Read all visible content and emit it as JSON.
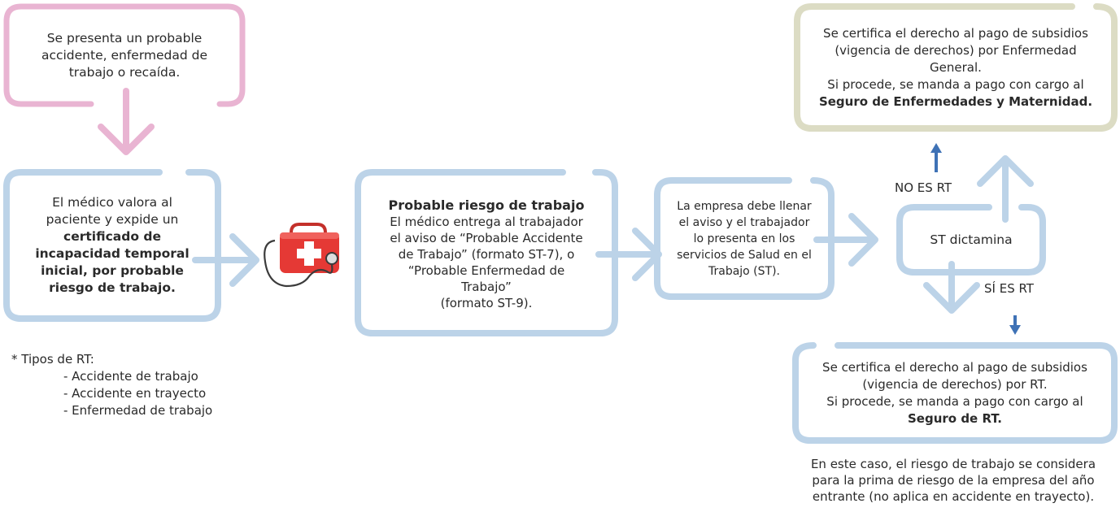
{
  "start": {
    "lines": [
      "Se presenta un probable",
      "accidente, enfermedad de",
      "trabajo o recaída."
    ]
  },
  "medico": {
    "lines": [
      "El médico valora al",
      "paciente y expide un"
    ],
    "bold_lines": [
      "certificado de",
      "incapacidad temporal",
      "inicial, por probable",
      "riesgo de trabajo."
    ]
  },
  "probable": {
    "title": "Probable riesgo de trabajo",
    "lines": [
      "El médico entrega al trabajador",
      "el aviso de “Probable Accidente",
      "de Trabajo” (formato ST-7), o",
      "“Probable Enfermedad de",
      "Trabajo”",
      "(formato ST-9)."
    ]
  },
  "empresa": {
    "lines": [
      "La empresa debe llenar",
      "el aviso y el trabajador",
      "lo presenta en los",
      "servicios de Salud en el",
      "Trabajo (ST)."
    ]
  },
  "dictamina": {
    "label": "ST dictamina"
  },
  "branch_no": {
    "label": "NO ES RT"
  },
  "branch_si": {
    "label": "SÍ ES RT"
  },
  "eg": {
    "lines": [
      "Se certifica el derecho al pago de subsidios",
      "(vigencia de derechos) por Enfermedad",
      "General.",
      "Si procede, se manda a pago con cargo al"
    ],
    "bold": "Seguro de Enfermedades y Maternidad."
  },
  "rt": {
    "lines": [
      "Se certifica el derecho al pago de subsidios",
      "(vigencia de derechos) por RT.",
      "Si procede, se manda a pago con cargo al"
    ],
    "bold": "Seguro de RT."
  },
  "note_rt": {
    "lines": [
      "En este caso, el riesgo de trabajo se considera",
      "para la prima de riesgo de la empresa del año",
      "entrante (no aplica en accidente en trayecto)."
    ]
  },
  "tipos": {
    "title": "* Tipos de RT:",
    "items": [
      "- Accidente de trabajo",
      "- Accidente en trayecto",
      "- Enfermedad de trabajo"
    ]
  },
  "colors": {
    "pink": "#e9b4d2",
    "blue": "#bcd3e8",
    "olive": "#dcdcc4",
    "arrow_dark": "#3f72b6"
  }
}
